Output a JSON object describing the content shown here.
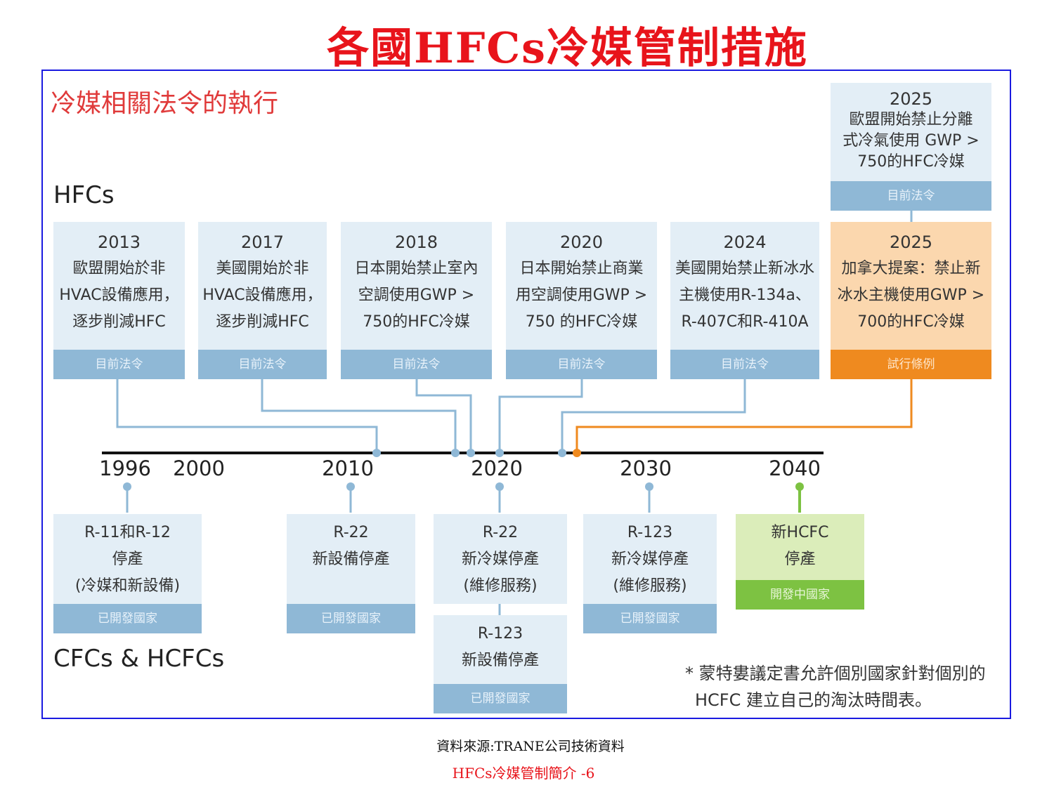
{
  "title": "各國HFCs冷媒管制措施",
  "subtitle": "冷媒相關法令的執行",
  "sections": {
    "hfcs": "HFCs",
    "cfcs": "CFCs & HCFCs"
  },
  "hfc_cards": [
    {
      "year": "2013",
      "lines": [
        "歐盟開始於非",
        "HVAC設備應用，",
        "逐步削減HFC"
      ],
      "tag": "目前法令"
    },
    {
      "year": "2017",
      "lines": [
        "美國開始於非",
        "HVAC設備應用，",
        "逐步削減HFC"
      ],
      "tag": "目前法令"
    },
    {
      "year": "2018",
      "lines": [
        "日本開始禁止室內",
        "空調使用GWP >",
        "750的HFC冷媒"
      ],
      "tag": "目前法令"
    },
    {
      "year": "2020",
      "lines": [
        "日本開始禁止商業",
        "用空調使用GWP >",
        "750 的HFC冷媒"
      ],
      "tag": "目前法令"
    },
    {
      "year": "2024",
      "lines": [
        "美國開始禁止新冰水",
        "主機使用R-134a、",
        "R-407C和R-410A"
      ],
      "tag": "目前法令"
    },
    {
      "year": "2025",
      "lines": [
        "加拿大提案：禁止新",
        "冰水主機使用GWP >",
        "700的HFC冷媒"
      ],
      "tag": "試行條例"
    }
  ],
  "top_card": {
    "year": "2025",
    "lines": [
      "歐盟開始禁止分離",
      "式冷氣使用 GWP >",
      "750的HFC冷媒"
    ],
    "tag": "目前法令"
  },
  "timeline_years": [
    "1996",
    "2000",
    "2010",
    "2020",
    "2030",
    "2040"
  ],
  "cfc_cards": [
    {
      "lines": [
        "R-11和R-12",
        "停產",
        "(冷媒和新設備)"
      ],
      "tag": "已開發國家"
    },
    {
      "lines": [
        "R-22",
        "新設備停產"
      ],
      "tag": "已開發國家"
    },
    {
      "lines": [
        "R-22",
        "新冷媒停產",
        "(維修服務)"
      ],
      "tag": ""
    },
    {
      "lines": [
        "R-123",
        "新設備停產"
      ],
      "tag": "已開發國家"
    },
    {
      "lines": [
        "R-123",
        "新冷媒停產",
        "(維修服務)"
      ],
      "tag": "已開發國家"
    },
    {
      "lines": [
        "新HCFC",
        "停產"
      ],
      "tag": "開發中國家"
    }
  ],
  "note": [
    "* 蒙特婁議定書允許個別國家針對個別的",
    "HCFC  建立自己的淘汰時間表。"
  ],
  "source": "資料來源:TRANE公司技術資料",
  "page": "HFCs冷媒管制簡介 -6",
  "colors": {
    "blue": "#8fb8d6",
    "orange": "#ef8a1f",
    "green": "#7dc242",
    "title": "#e8141b"
  }
}
